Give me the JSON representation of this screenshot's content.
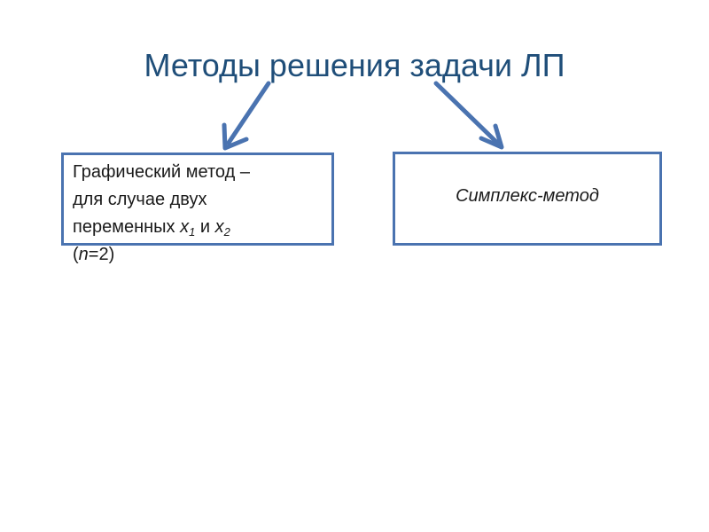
{
  "title": "Методы решения задачи ЛП",
  "left_box": {
    "line1": "Графический метод –",
    "line2": "для случае двух",
    "line3_prefix": "переменных ",
    "var_x": "x",
    "sub_1": "1",
    "conj": " и ",
    "sub_2": "2",
    "line4_open": "(",
    "var_n": "n",
    "line4_rest": "=2)"
  },
  "right_box": {
    "label": "Симплекс-метод"
  },
  "colors": {
    "title": "#1f4e79",
    "border": "#4a73b0",
    "arrow": "#4a73b0"
  }
}
